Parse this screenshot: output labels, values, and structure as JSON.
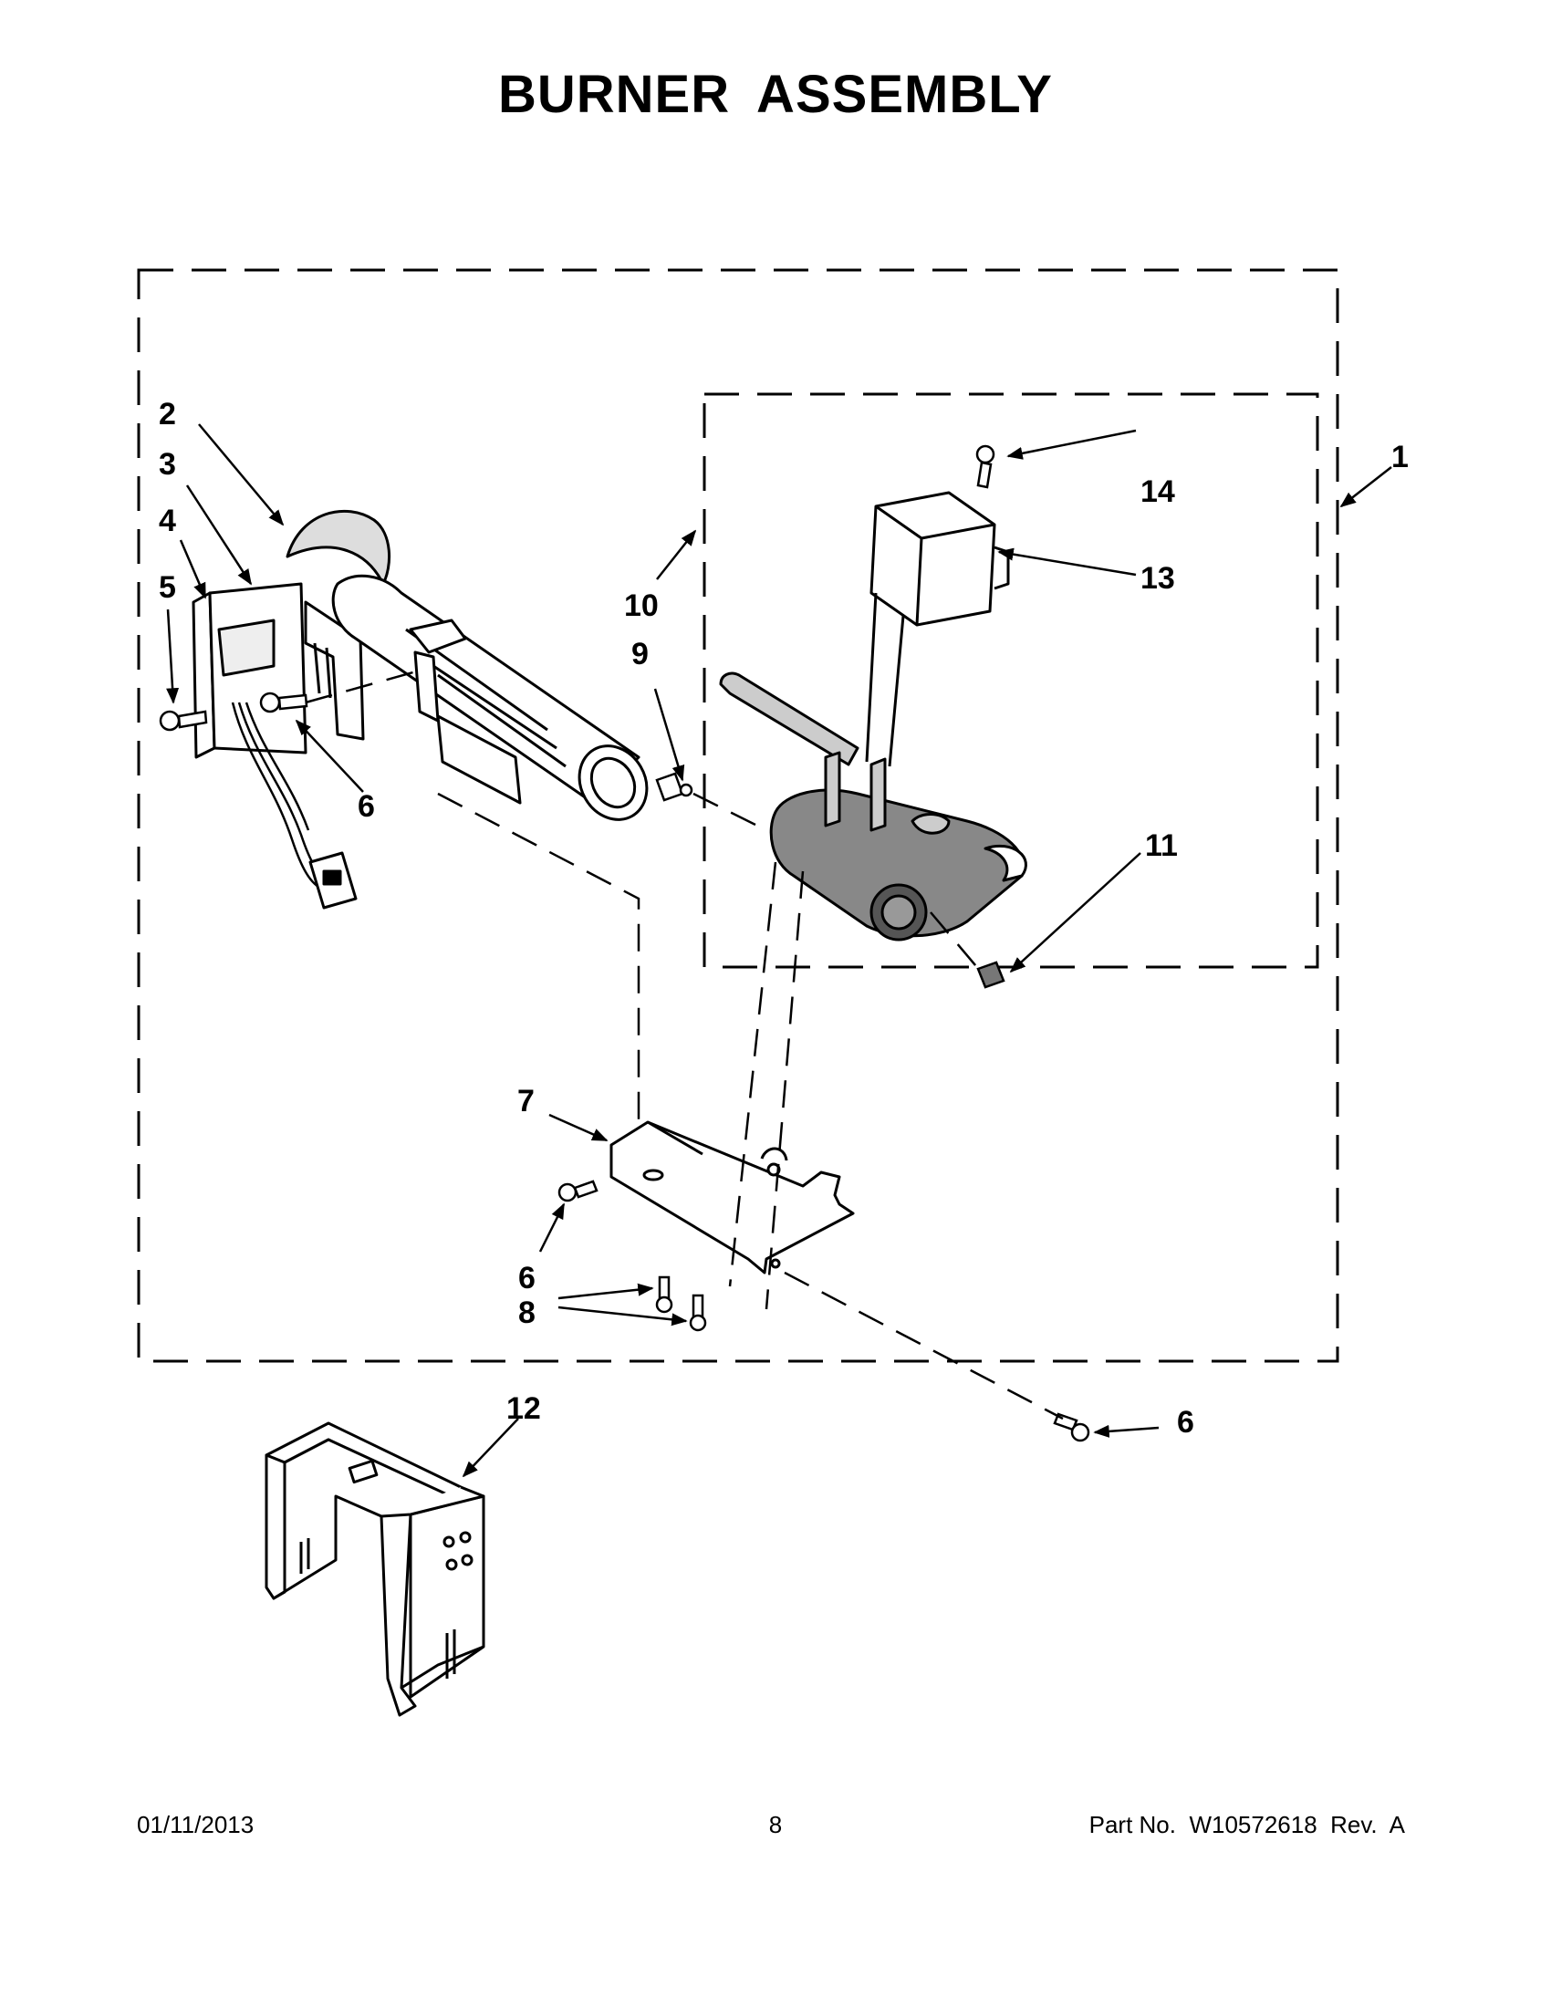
{
  "title": "BURNER ASSEMBLY",
  "callouts": [
    {
      "id": "c1",
      "text": "1"
    },
    {
      "id": "c2",
      "text": "2"
    },
    {
      "id": "c3",
      "text": "3"
    },
    {
      "id": "c4",
      "text": "4"
    },
    {
      "id": "c5",
      "text": "5"
    },
    {
      "id": "c6a",
      "text": "6"
    },
    {
      "id": "c6b",
      "text": "6"
    },
    {
      "id": "c6c",
      "text": "6"
    },
    {
      "id": "c7",
      "text": "7"
    },
    {
      "id": "c8",
      "text": "8"
    },
    {
      "id": "c9",
      "text": "9"
    },
    {
      "id": "c10",
      "text": "10"
    },
    {
      "id": "c11",
      "text": "11"
    },
    {
      "id": "c12",
      "text": "12"
    },
    {
      "id": "c13",
      "text": "13"
    },
    {
      "id": "c14",
      "text": "14"
    }
  ],
  "footer": {
    "date": "01/11/2013",
    "page": "8",
    "part": "Part No.  W10572618  Rev.  A"
  }
}
